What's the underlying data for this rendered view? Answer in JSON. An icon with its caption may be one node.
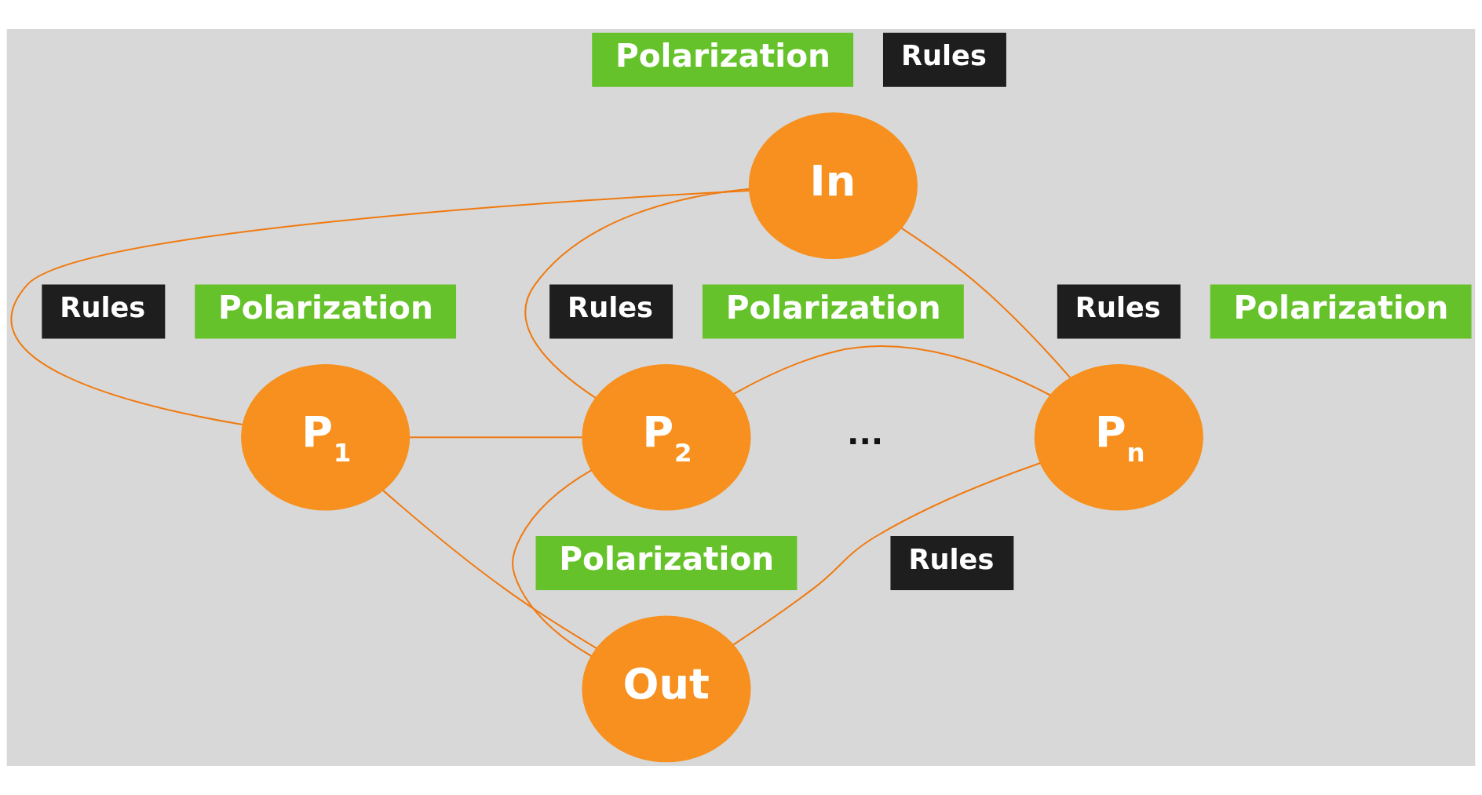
{
  "diagram": {
    "nodes": [
      {
        "text": [
          "Polarization"
        ]
      },
      {
        "text": [
          "Rules"
        ]
      },
      {
        "text": [
          "In"
        ]
      },
      {
        "text": [
          "Rules"
        ]
      },
      {
        "text": [
          "Polarization"
        ]
      },
      {
        "text": [
          "P$_{1}$"
        ]
      },
      {
        "text": [
          "Polarization"
        ]
      },
      {
        "text": [
          "Rules"
        ]
      },
      {
        "text": [
          "P$_{2}$"
        ]
      },
      {
        "text": [
          "Rules"
        ]
      },
      {
        "text": [
          "Polarization"
        ]
      },
      {
        "text": [
          "P$_{n}$"
        ]
      },
      {
        "text": [
          "Polarization"
        ]
      },
      {
        "text": [
          "Rules"
        ]
      },
      {
        "text": [
          "Out"
        ]
      }
    ],
    "edges": [
      {
        "from": 2,
        "to": 5,
        "arrow": "none"
      },
      {
        "from": 2,
        "to": 8,
        "arrow": "none"
      },
      {
        "from": 2,
        "to": 11,
        "arrow": "none"
      },
      {
        "from": 5,
        "to": 8,
        "arrow": "none"
      },
      {
        "from": 8,
        "to": 11,
        "arrow": "none"
      },
      {
        "from": 5,
        "to": 14,
        "arrow": "none"
      },
      {
        "from": 8,
        "to": 14,
        "arrow": "none"
      },
      {
        "from": 11,
        "to": 14,
        "arrow": "none"
      }
    ],
    "labels": [
      "..."
    ]
  }
}
